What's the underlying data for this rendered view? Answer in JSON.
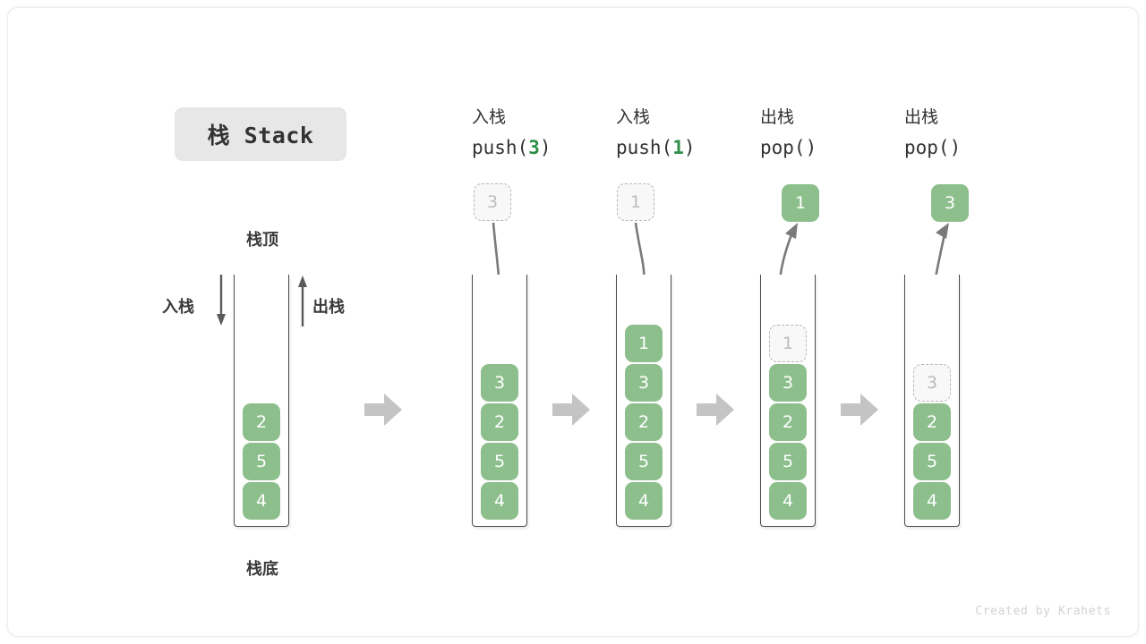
{
  "title": {
    "badge": "栈 Stack"
  },
  "legend": {
    "top_label": "栈顶",
    "bottom_label": "栈底",
    "push_side_label": "入栈",
    "pop_side_label": "出栈"
  },
  "colors": {
    "element_green": "#8cbf8c",
    "accent_green_text": "#2f8f46",
    "ghost_border": "#b6b6b6",
    "ghost_text": "#bcbcbc",
    "container_border": "#4a4a4a",
    "badge_bg": "#e7e7e7",
    "block_arrow": "#c4c4c4",
    "line_arrow": "#7a7a7a",
    "footer_text": "#d2d2d2"
  },
  "footer": "Created by Krahets",
  "columns": [
    {
      "id": "initial",
      "header_cn": "",
      "header_code": "",
      "stack": [
        "2",
        "5",
        "4"
      ],
      "ghost": null,
      "popped": null
    },
    {
      "id": "push-3",
      "header_cn": "入栈",
      "header_code_prefix": "push(",
      "header_code_num": "3",
      "header_code_suffix": ")",
      "floating_ghost": "3",
      "stack": [
        "3",
        "2",
        "5",
        "4"
      ],
      "ghost": null,
      "popped": null
    },
    {
      "id": "push-1",
      "header_cn": "入栈",
      "header_code_prefix": "push(",
      "header_code_num": "1",
      "header_code_suffix": ")",
      "floating_ghost": "1",
      "stack": [
        "1",
        "3",
        "2",
        "5",
        "4"
      ],
      "ghost": null,
      "popped": null
    },
    {
      "id": "pop-1",
      "header_cn": "出栈",
      "header_code_prefix": "pop(",
      "header_code_num": "",
      "header_code_suffix": ")",
      "popped": "1",
      "ghost_index": 0,
      "ghost": "1",
      "stack": [
        "3",
        "2",
        "5",
        "4"
      ]
    },
    {
      "id": "pop-3",
      "header_cn": "出栈",
      "header_code_prefix": "pop(",
      "header_code_num": "",
      "header_code_suffix": ")",
      "popped": "3",
      "ghost_index": 1,
      "ghost": "3",
      "stack": [
        "2",
        "5",
        "4"
      ]
    }
  ],
  "chart_data": {
    "type": "diagram",
    "title": "栈 Stack",
    "operations": [
      {
        "step": 0,
        "op": "initial",
        "label": "",
        "stack_top_to_bottom": [
          "2",
          "5",
          "4"
        ]
      },
      {
        "step": 1,
        "op": "push",
        "label": "push(3)",
        "value": "3",
        "stack_top_to_bottom": [
          "3",
          "2",
          "5",
          "4"
        ]
      },
      {
        "step": 2,
        "op": "push",
        "label": "push(1)",
        "value": "1",
        "stack_top_to_bottom": [
          "1",
          "3",
          "2",
          "5",
          "4"
        ]
      },
      {
        "step": 3,
        "op": "pop",
        "label": "pop()",
        "value": "1",
        "stack_top_to_bottom": [
          "3",
          "2",
          "5",
          "4"
        ]
      },
      {
        "step": 4,
        "op": "pop",
        "label": "pop()",
        "value": "3",
        "stack_top_to_bottom": [
          "2",
          "5",
          "4"
        ]
      }
    ]
  }
}
